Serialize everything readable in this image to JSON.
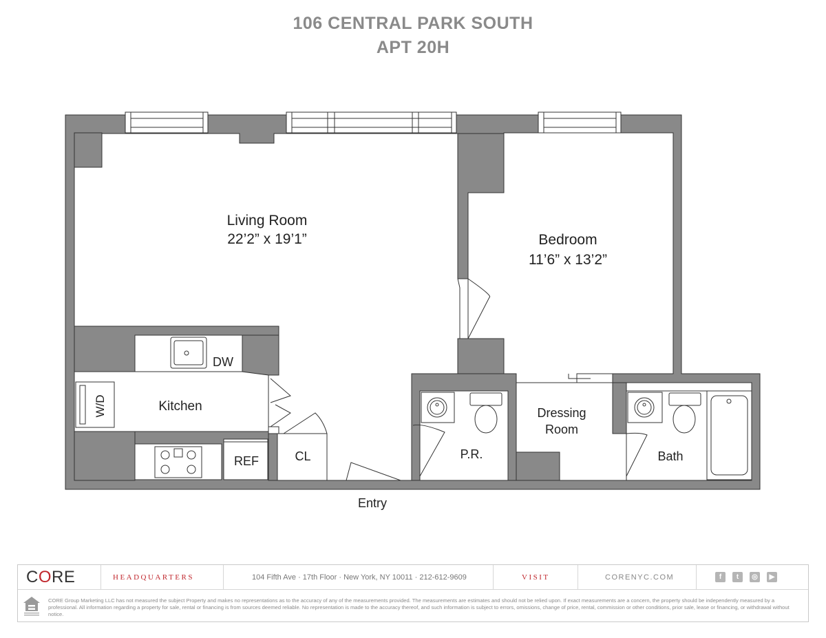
{
  "header": {
    "address": "106 CENTRAL PARK SOUTH",
    "unit": "APT 20H"
  },
  "rooms": {
    "living_room": {
      "name": "Living Room",
      "size": "22’2” x 19’1”"
    },
    "bedroom": {
      "name": "Bedroom",
      "size": "11’6” x 13’2”"
    },
    "kitchen": {
      "name": "Kitchen"
    },
    "dressing_room": {
      "line1": "Dressing",
      "line2": "Room"
    },
    "bath": {
      "name": "Bath"
    },
    "powder_room": {
      "name": "P.R."
    },
    "closet": {
      "name": "CL"
    },
    "refrigerator": {
      "name": "REF"
    },
    "dishwasher": {
      "name": "DW"
    },
    "washer_dryer": {
      "name": "W/D"
    },
    "entry": {
      "name": "Entry"
    }
  },
  "colors": {
    "wall": "#898989",
    "line": "#333333",
    "title": "#8a8a8a",
    "brand_red": "#c0272d"
  },
  "footer": {
    "logo_text": [
      "C",
      "O",
      "RE"
    ],
    "headquarters_label": "HEADQUARTERS",
    "address": "104 Fifth Ave · 17th Floor · New York, NY 10011 · 212-612-9609",
    "visit_label": "VISIT",
    "website": "CORENYC.COM",
    "social_icons": [
      "facebook-icon",
      "twitter-icon",
      "instagram-icon",
      "youtube-icon"
    ],
    "disclaimer": "CORE Group Marketing LLC has not measured the subject Property and makes no representations as to the accuracy of any of the measurements provided. The measurements are estimates and should not be relied upon. If exact measurements are a concern, the property should be independently measured by a professional. All information regarding a property for sale, rental or financing is from sources deemed reliable. No representation is made to the accuracy thereof, and such information is subject to errors, omissions, change of price, rental, commission or other conditions, prior sale, lease or financing, or withdrawal without notice."
  }
}
